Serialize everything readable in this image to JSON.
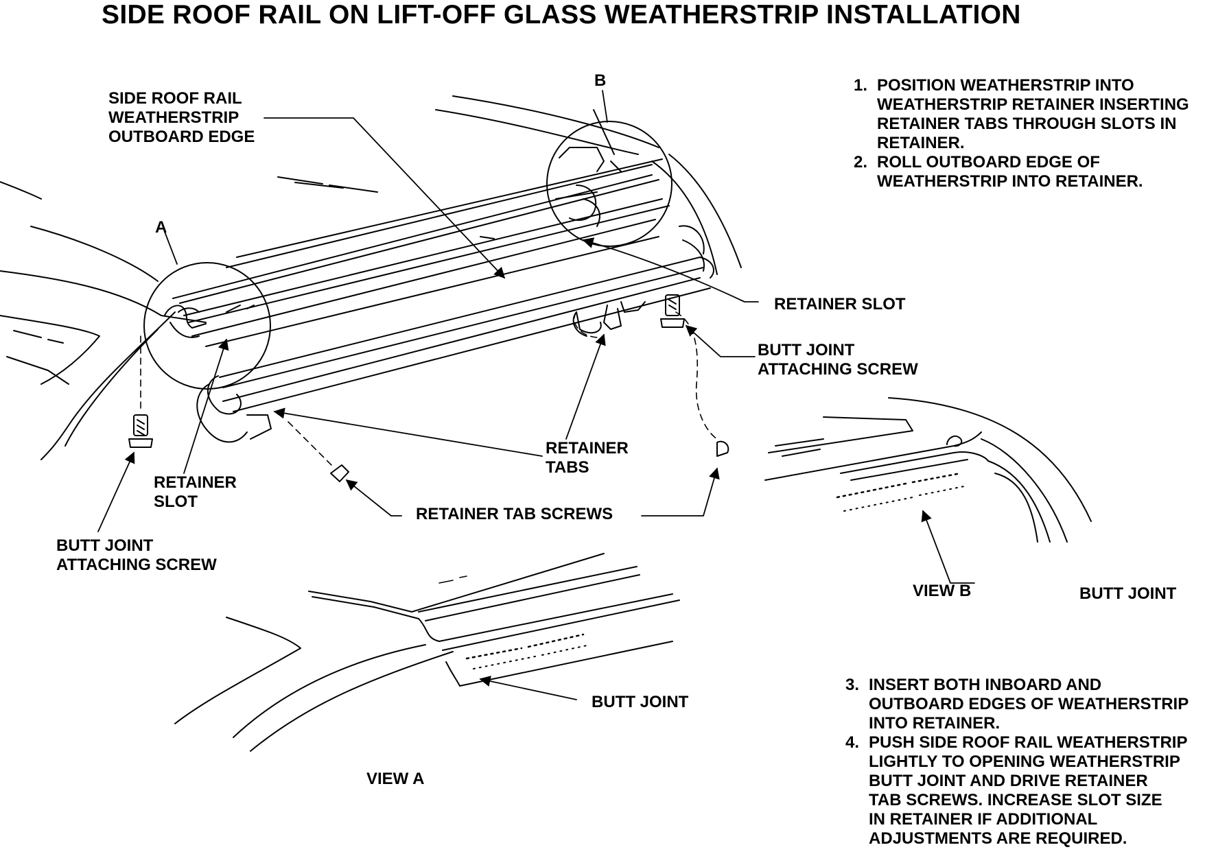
{
  "title": "SIDE ROOF RAIL ON LIFT-OFF GLASS WEATHERSTRIP INSTALLATION",
  "labels": {
    "detail_a": "A",
    "detail_b": "B",
    "outboard_edge": [
      "SIDE ROOF RAIL",
      "WEATHERSTRIP",
      "OUTBOARD EDGE"
    ],
    "retainer_slot_right": "RETAINER SLOT",
    "butt_joint_screw_right": [
      "BUTT JOINT",
      "ATTACHING SCREW"
    ],
    "retainer_slot_left": [
      "RETAINER",
      "SLOT"
    ],
    "retainer_tabs": [
      "RETAINER",
      "TABS"
    ],
    "retainer_tab_screws": "RETAINER TAB SCREWS",
    "butt_joint_screw_left": [
      "BUTT JOINT",
      "ATTACHING SCREW"
    ],
    "view_b": "VIEW B",
    "butt_joint_b": "BUTT JOINT",
    "butt_joint_a": "BUTT JOINT",
    "view_a": "VIEW A"
  },
  "steps_top": [
    {
      "num": "1.",
      "lines": [
        "POSITION WEATHERSTRIP INTO",
        "WEATHERSTRIP RETAINER INSERTING",
        "RETAINER TABS THROUGH SLOTS IN",
        "RETAINER."
      ]
    },
    {
      "num": "2.",
      "lines": [
        "ROLL OUTBOARD EDGE OF",
        "WEATHERSTRIP INTO RETAINER."
      ]
    }
  ],
  "steps_bottom": [
    {
      "num": "3.",
      "lines": [
        "INSERT BOTH INBOARD AND",
        "OUTBOARD EDGES OF WEATHERSTRIP",
        "INTO RETAINER."
      ]
    },
    {
      "num": "4.",
      "lines": [
        "PUSH SIDE ROOF RAIL WEATHERSTRIP",
        "LIGHTLY TO OPENING WEATHERSTRIP",
        "BUTT JOINT AND DRIVE RETAINER",
        "TAB SCREWS. INCREASE SLOT SIZE",
        "IN RETAINER IF ADDITIONAL",
        "ADJUSTMENTS ARE REQUIRED."
      ]
    }
  ]
}
